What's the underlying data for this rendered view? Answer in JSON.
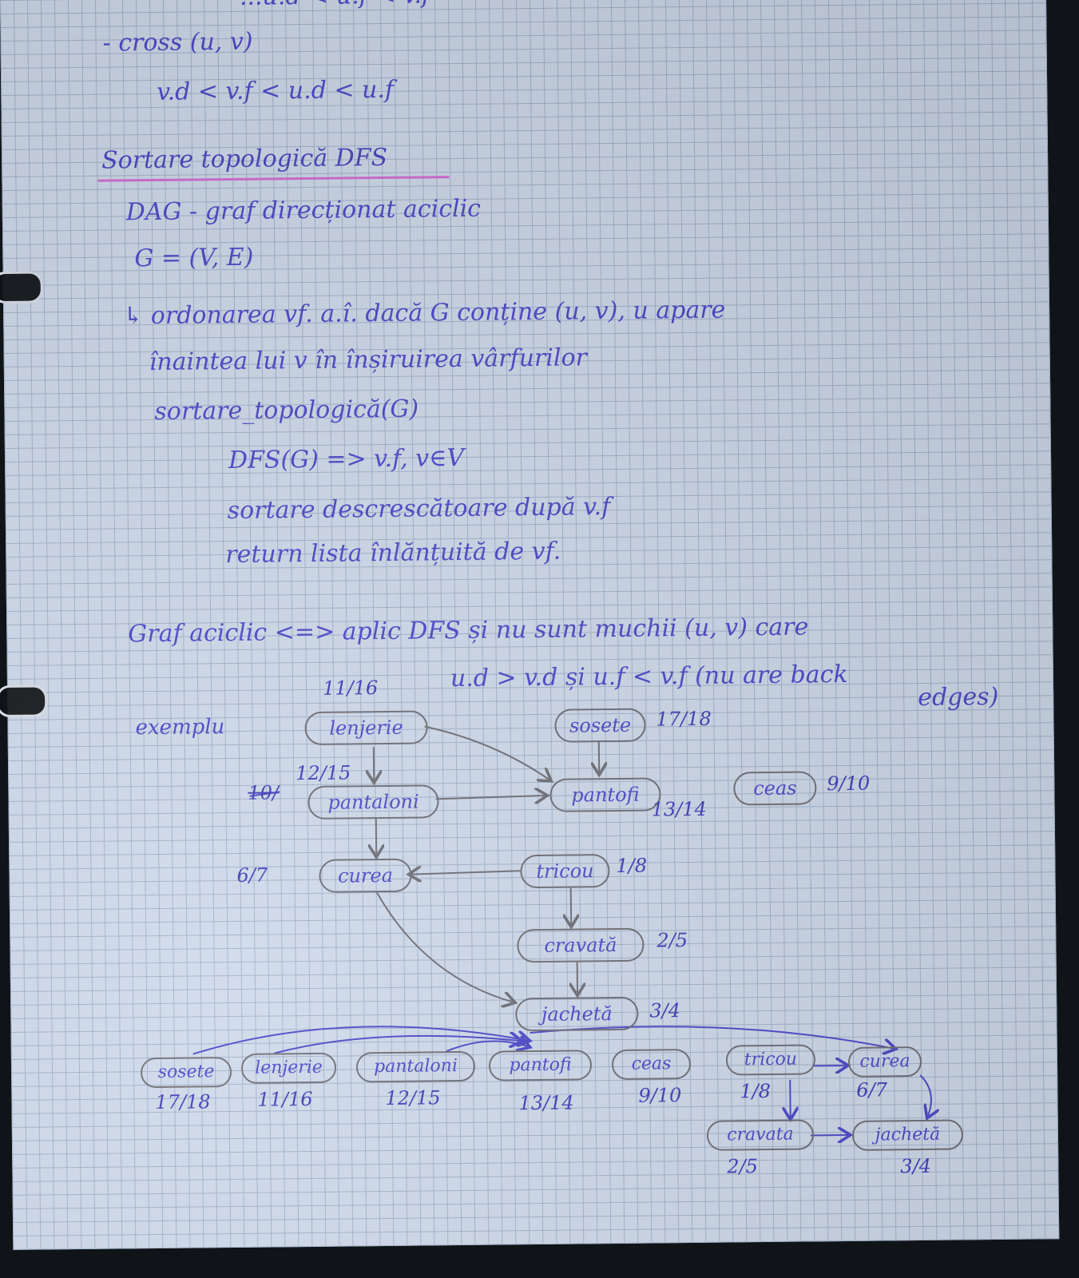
{
  "notes": {
    "top_partial": "...u.d < u.f < v.f",
    "cross_line": "- cross (u, v)",
    "cross_cond": "v.d < v.f < u.d < u.f",
    "section_title": "Sortare topologică DFS",
    "dag_def": "DAG - graf direcționat aciclic",
    "g_def": "G = (V, E)",
    "desc_1": "↳ ordonarea vf. a.î. dacă G conține (u, v), u apare",
    "desc_2": "înaintea lui v în înșiruirea vârfurilor",
    "algo_name": "sortare_topologică(G)",
    "algo_1": "DFS(G) => v.f, v∈V",
    "algo_2": "sortare descrescătoare după v.f",
    "algo_3": "return lista înlănțuită de vf.",
    "acyclic_1": "Graf aciclic <=> aplic DFS și nu sunt muchii (u, v) care",
    "acyclic_2": "u.d > v.d și u.f < v.f (nu are back",
    "acyclic_3": "edges)",
    "example_label": "exemplu"
  },
  "graph_nodes": [
    {
      "id": "lenjerie",
      "label": "lenjerie",
      "time": "11/16"
    },
    {
      "id": "sosete",
      "label": "sosete",
      "time": "17/18"
    },
    {
      "id": "pantaloni",
      "label": "pantaloni",
      "time": "12/15"
    },
    {
      "id": "pantofi",
      "label": "pantofi",
      "time": "13/14"
    },
    {
      "id": "ceas",
      "label": "ceas",
      "time": "9/10"
    },
    {
      "id": "curea",
      "label": "curea",
      "time": "6/7"
    },
    {
      "id": "tricou",
      "label": "tricou",
      "time": "1/8"
    },
    {
      "id": "cravata",
      "label": "cravată",
      "time": "2/5"
    },
    {
      "id": "jacheta",
      "label": "jachetă",
      "time": "3/4"
    }
  ],
  "crossed_number": "10/",
  "sorted_list": [
    {
      "label": "sosete",
      "time": "17/18"
    },
    {
      "label": "lenjerie",
      "time": "11/16"
    },
    {
      "label": "pantaloni",
      "time": "12/15"
    },
    {
      "label": "pantofi",
      "time": "13/14"
    },
    {
      "label": "ceas",
      "time": "9/10"
    },
    {
      "label": "tricou",
      "time": "1/8"
    },
    {
      "label": "curea",
      "time": "6/7"
    },
    {
      "label": "cravata",
      "time": "2/5"
    },
    {
      "label": "jachetă",
      "time": "3/4"
    }
  ],
  "colors": {
    "ink": "#4a45c8",
    "pencil": "#6c6c74",
    "highlight": "#d36ad2",
    "paper": "#cfd9ea"
  }
}
